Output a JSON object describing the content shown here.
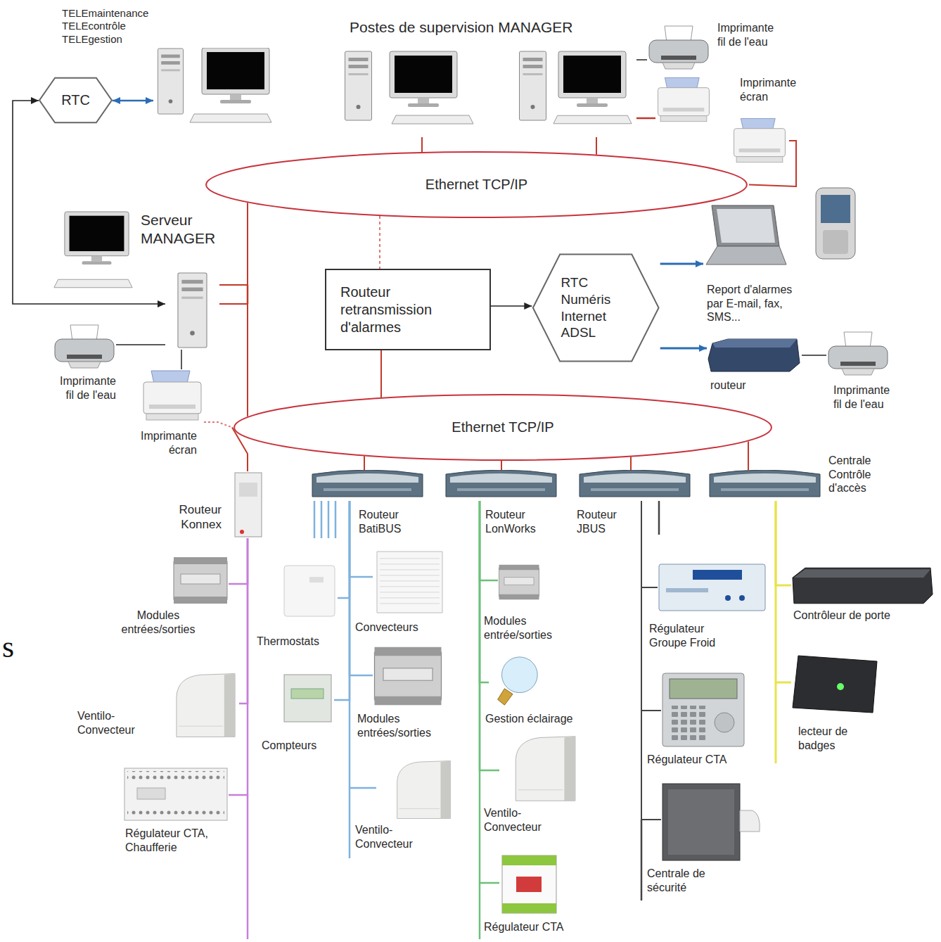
{
  "diagram": {
    "nodes": [
      {
        "text": [
          "TELEmaintenance TELEcontrôle TELEgestion"
        ]
      },
      {
        "text": [
          "Postes de supervision MANAGER"
        ]
      },
      {
        "text": [
          "Imprimante fil de l'eau"
        ]
      },
      {
        "text": [
          "Imprimante écran"
        ]
      },
      {
        "text": [
          "RTC"
        ]
      },
      {
        "text": [
          "Ethernet TCP/IP"
        ]
      },
      {
        "text": [
          "Serveur MANAGER"
        ]
      },
      {
        "text": [
          "Routeur retransmission d'alarmes"
        ]
      },
      {
        "text": [
          "RTC Numéris Internet ADSL"
        ]
      },
      {
        "text": [
          "Report d'alarmes par E-mail, fax, SMS..."
        ]
      },
      {
        "text": [
          "routeur"
        ]
      },
      {
        "text": [
          "Imprimante fil de l'eau"
        ]
      },
      {
        "text": [
          "Imprimante fil de l'eau"
        ]
      },
      {
        "text": [
          "Imprimante écran"
        ]
      },
      {
        "text": [
          "Ethernet TCP/IP"
        ]
      },
      {
        "text": [
          "Routeur Konnex"
        ]
      },
      {
        "text": [
          "Routeur BatiBUS"
        ]
      },
      {
        "text": [
          "Routeur LonWorks"
        ]
      },
      {
        "text": [
          "Routeur JBUS"
        ]
      },
      {
        "text": [
          "Centrale Contrôle d'accès"
        ]
      },
      {
        "text": [
          "Modules entrées/sorties"
        ]
      },
      {
        "text": [
          "Ventilo- Convecteur"
        ]
      },
      {
        "text": [
          "Régulateur CTA, Chaufferie"
        ]
      },
      {
        "text": [
          "Thermostats"
        ]
      },
      {
        "text": [
          "Convecteurs"
        ]
      },
      {
        "text": [
          "Compteurs"
        ]
      },
      {
        "text": [
          "Modules entrées/sorties"
        ]
      },
      {
        "text": [
          "Ventilo- Convecteur"
        ]
      },
      {
        "text": [
          "Modules entrée/sorties"
        ]
      },
      {
        "text": [
          "Gestion éclairage"
        ]
      },
      {
        "text": [
          "Ventilo- Convecteur"
        ]
      },
      {
        "text": [
          "Régulateur CTA"
        ]
      },
      {
        "text": [
          "Régulateur Groupe Froid"
        ]
      },
      {
        "text": [
          "Régulateur CTA"
        ]
      },
      {
        "text": [
          "Centrale de sécurité"
        ]
      },
      {
        "text": [
          "Contrôleur de porte"
        ]
      },
      {
        "text": [
          "lecteur de badges"
        ]
      }
    ],
    "edges": [
      {
        "from": 4,
        "to": 0,
        "arrow": "both"
      },
      {
        "from": 6,
        "to": 4,
        "arrow": "both"
      },
      {
        "from": 1,
        "to": 5,
        "arrow": "none"
      },
      {
        "from": 1,
        "to": 5,
        "arrow": "none"
      },
      {
        "from": 1,
        "to": 2,
        "arrow": "none"
      },
      {
        "from": 3,
        "to": 5,
        "arrow": "none"
      },
      {
        "from": 5,
        "to": 6,
        "arrow": "none"
      },
      {
        "from": 6,
        "to": 14,
        "arrow": "none"
      },
      {
        "from": 14,
        "to": 15,
        "arrow": "none"
      },
      {
        "from": 5,
        "to": 7,
        "arrow": "none"
      },
      {
        "from": 7,
        "to": 14,
        "arrow": "none"
      },
      {
        "from": 7,
        "to": 8,
        "arrow": "to"
      },
      {
        "from": 8,
        "to": 9,
        "arrow": "to"
      },
      {
        "from": 8,
        "to": 10,
        "arrow": "to"
      },
      {
        "from": 10,
        "to": 11,
        "arrow": "none"
      },
      {
        "from": 6,
        "to": 12,
        "arrow": "none"
      },
      {
        "from": 6,
        "to": 13,
        "arrow": "none"
      },
      {
        "from": 13,
        "to": 14,
        "arrow": "none"
      },
      {
        "from": 14,
        "to": 16,
        "arrow": "none"
      },
      {
        "from": 14,
        "to": 17,
        "arrow": "none"
      },
      {
        "from": 14,
        "to": 18,
        "arrow": "none"
      },
      {
        "from": 14,
        "to": 19,
        "arrow": "none"
      },
      {
        "from": 15,
        "to": 20,
        "arrow": "none"
      },
      {
        "from": 15,
        "to": 21,
        "arrow": "none"
      },
      {
        "from": 15,
        "to": 22,
        "arrow": "none"
      },
      {
        "from": 16,
        "to": 23,
        "arrow": "none"
      },
      {
        "from": 16,
        "to": 24,
        "arrow": "none"
      },
      {
        "from": 16,
        "to": 25,
        "arrow": "none"
      },
      {
        "from": 16,
        "to": 26,
        "arrow": "none"
      },
      {
        "from": 16,
        "to": 27,
        "arrow": "none"
      },
      {
        "from": 17,
        "to": 28,
        "arrow": "none"
      },
      {
        "from": 17,
        "to": 29,
        "arrow": "none"
      },
      {
        "from": 17,
        "to": 30,
        "arrow": "none"
      },
      {
        "from": 17,
        "to": 31,
        "arrow": "none"
      },
      {
        "from": 18,
        "to": 32,
        "arrow": "none"
      },
      {
        "from": 18,
        "to": 33,
        "arrow": "none"
      },
      {
        "from": 18,
        "to": 34,
        "arrow": "none"
      },
      {
        "from": 19,
        "to": 35,
        "arrow": "none"
      },
      {
        "from": 19,
        "to": 36,
        "arrow": "none"
      }
    ],
    "labels": [
      "s"
    ]
  }
}
